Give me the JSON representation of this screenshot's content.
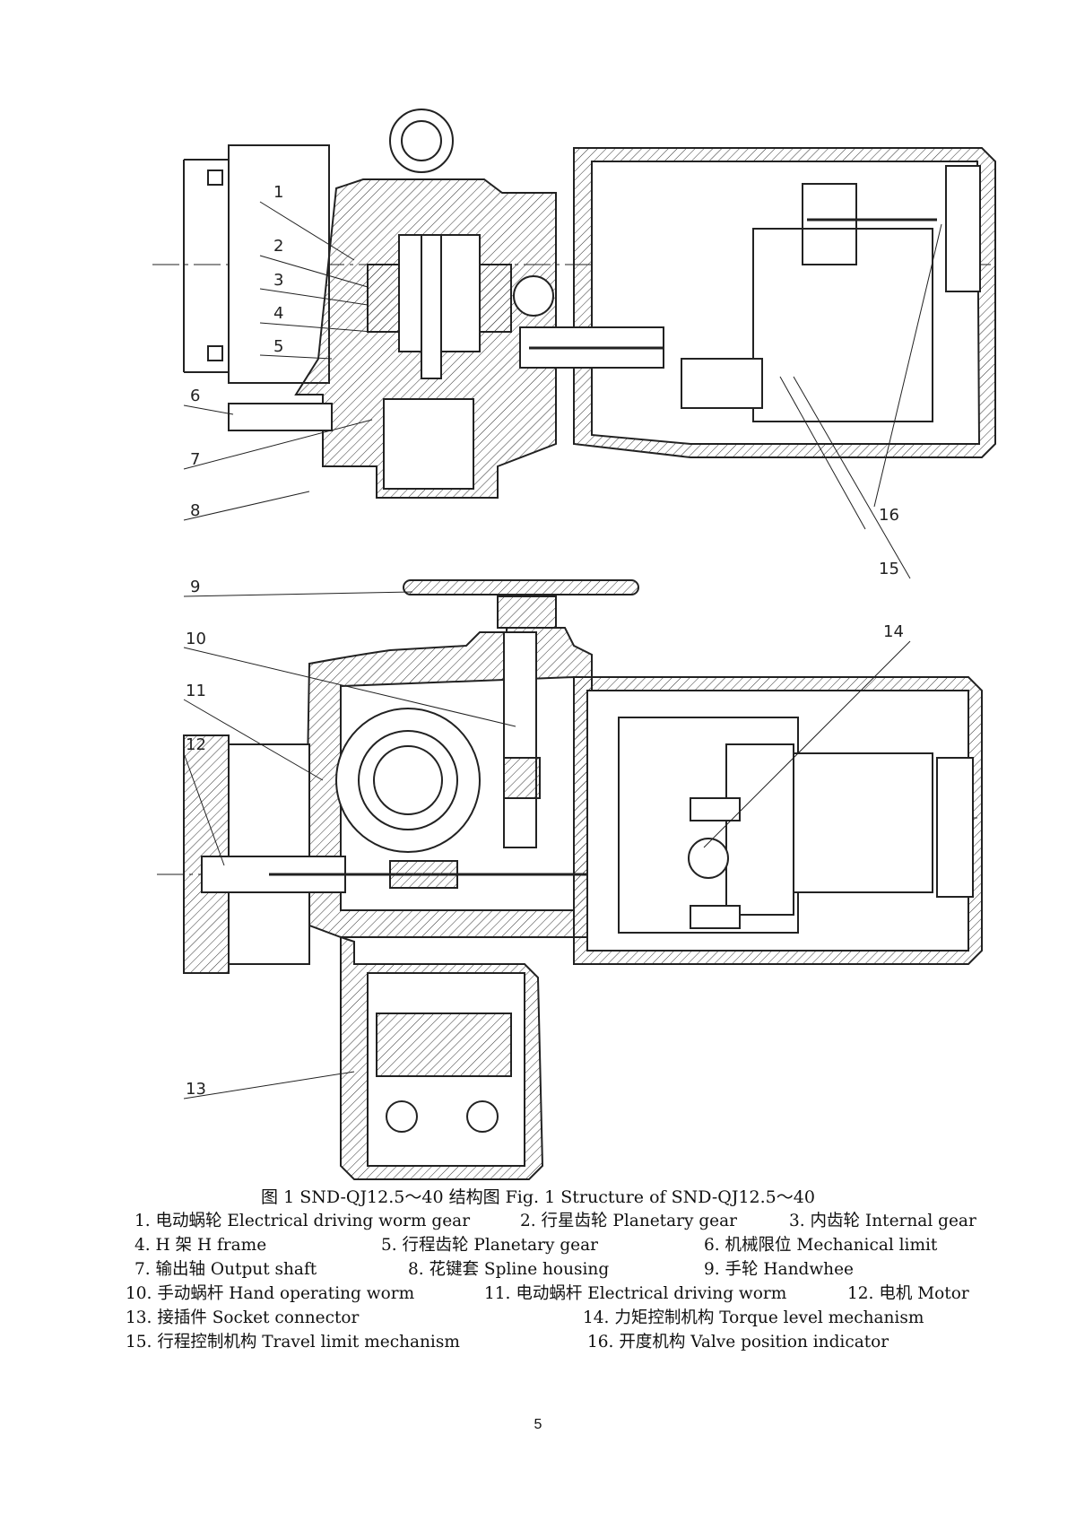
{
  "figure": {
    "caption": "图 1 SND-QJ12.5～40 结构图 Fig. 1 Structure of SND-QJ12.5～40",
    "callouts": [
      "1",
      "2",
      "3",
      "4",
      "5",
      "6",
      "7",
      "8",
      "9",
      "10",
      "11",
      "12",
      "13",
      "14",
      "15",
      "16"
    ]
  },
  "legend": [
    {
      "num": "1.",
      "text": "电动蜗轮 Electrical driving worm gear"
    },
    {
      "num": "2.",
      "text": "行星齿轮 Planetary gear"
    },
    {
      "num": "3.",
      "text": "内齿轮 Internal gear"
    },
    {
      "num": "4.",
      "text": "H 架 H frame"
    },
    {
      "num": "5.",
      "text": "行程齿轮 Planetary gear"
    },
    {
      "num": "6.",
      "text": "机械限位 Mechanical limit"
    },
    {
      "num": "7.",
      "text": "输出轴 Output shaft"
    },
    {
      "num": "8.",
      "text": "花键套 Spline housing"
    },
    {
      "num": "9.",
      "text": "手轮 Handwhee"
    },
    {
      "num": "10.",
      "text": "手动蜗杆 Hand operating worm"
    },
    {
      "num": "11.",
      "text": "电动蜗杆 Electrical driving worm"
    },
    {
      "num": "12.",
      "text": "电机 Motor"
    },
    {
      "num": "13.",
      "text": "接插件 Socket connector"
    },
    {
      "num": "14.",
      "text": "力矩控制机构 Torque level mechanism"
    },
    {
      "num": "15.",
      "text": "行程控制机构 Travel limit mechanism"
    },
    {
      "num": "16.",
      "text": "开度机构 Valve position indicator"
    }
  ],
  "page_number": "5"
}
